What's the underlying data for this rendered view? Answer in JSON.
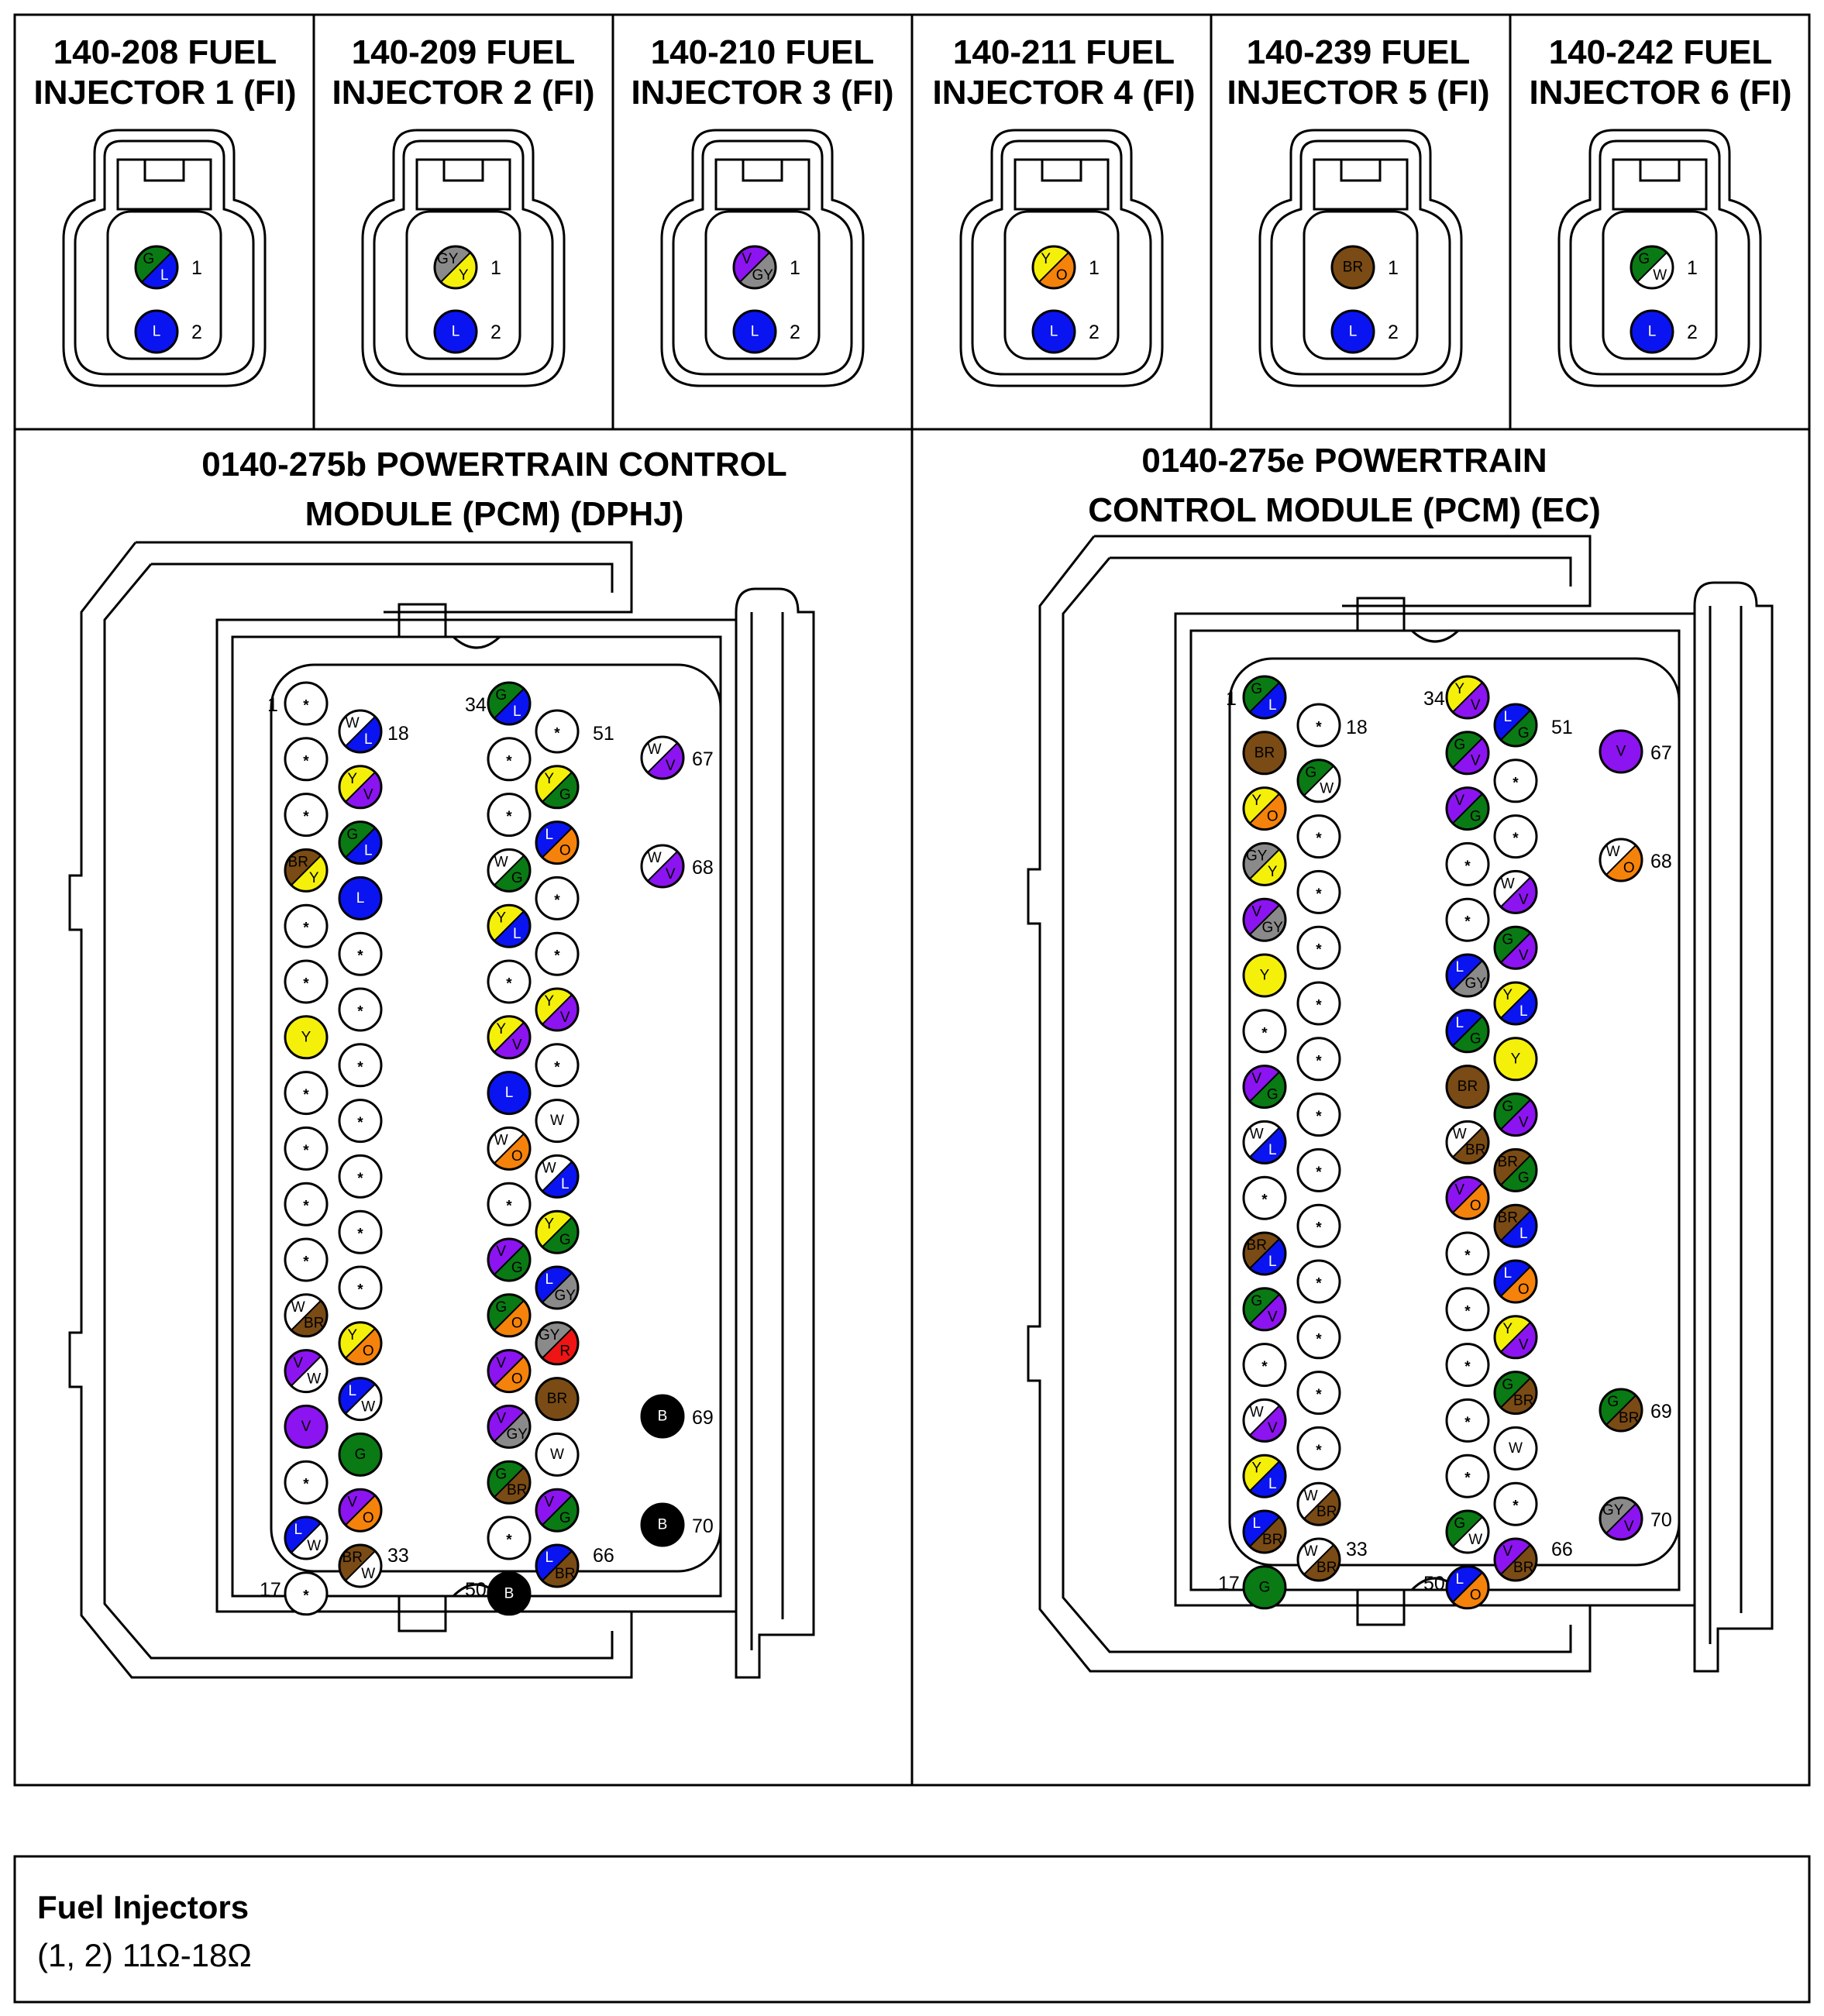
{
  "colors": {
    "L": "#0a14f0",
    "G": "#0a7a14",
    "Y": "#f5f00a",
    "V": "#8c14f0",
    "O": "#f5820a",
    "BR": "#7a4b14",
    "GY": "#8a8a8a",
    "W": "#ffffff",
    "R": "#f01414",
    "B": "#000000"
  },
  "injectors": [
    {
      "title1": "140-208 FUEL",
      "title2": "INJECTOR 1 (FI)",
      "pins": [
        {
          "n": "1",
          "c": [
            "G",
            "L"
          ]
        },
        {
          "n": "2",
          "c": [
            "L"
          ]
        }
      ]
    },
    {
      "title1": "140-209 FUEL",
      "title2": "INJECTOR 2 (FI)",
      "pins": [
        {
          "n": "1",
          "c": [
            "GY",
            "Y"
          ]
        },
        {
          "n": "2",
          "c": [
            "L"
          ]
        }
      ]
    },
    {
      "title1": "140-210 FUEL",
      "title2": "INJECTOR 3 (FI)",
      "pins": [
        {
          "n": "1",
          "c": [
            "V",
            "GY"
          ]
        },
        {
          "n": "2",
          "c": [
            "L"
          ]
        }
      ]
    },
    {
      "title1": "140-211 FUEL",
      "title2": "INJECTOR 4 (FI)",
      "pins": [
        {
          "n": "1",
          "c": [
            "Y",
            "O"
          ]
        },
        {
          "n": "2",
          "c": [
            "L"
          ]
        }
      ]
    },
    {
      "title1": "140-239 FUEL",
      "title2": "INJECTOR 5 (FI)",
      "pins": [
        {
          "n": "1",
          "c": [
            "BR"
          ]
        },
        {
          "n": "2",
          "c": [
            "L"
          ]
        }
      ]
    },
    {
      "title1": "140-242 FUEL",
      "title2": "INJECTOR 6 (FI)",
      "pins": [
        {
          "n": "1",
          "c": [
            "G",
            "W"
          ]
        },
        {
          "n": "2",
          "c": [
            "L"
          ]
        }
      ]
    }
  ],
  "pcm_b": {
    "title1": "0140-275b POWERTRAIN CONTROL",
    "title2": "MODULE (PCM) (DPHJ)",
    "labels": {
      "p1": "1",
      "p17": "17",
      "p18": "18",
      "p33": "33",
      "p34": "34",
      "p50": "50",
      "p51": "51",
      "p66": "66",
      "p67": "67",
      "p68": "68",
      "p69": "69",
      "p70": "70"
    },
    "col1": [
      [
        "*"
      ],
      [
        "*"
      ],
      [
        "*"
      ],
      [
        "BR",
        "Y"
      ],
      [
        "*"
      ],
      [
        "*"
      ],
      [
        "Y"
      ],
      [
        "*"
      ],
      [
        "*"
      ],
      [
        "*"
      ],
      [
        "*"
      ],
      [
        "W",
        "BR"
      ],
      [
        "V",
        "W"
      ],
      [
        "V"
      ],
      [
        "*"
      ],
      [
        "L",
        "W"
      ],
      [
        "*"
      ]
    ],
    "col2": [
      [
        "W",
        "L"
      ],
      [
        "Y",
        "V"
      ],
      [
        "G",
        "L"
      ],
      [
        "L"
      ],
      [
        "*"
      ],
      [
        "*"
      ],
      [
        "*"
      ],
      [
        "*"
      ],
      [
        "*"
      ],
      [
        "*"
      ],
      [
        "*"
      ],
      [
        "Y",
        "O"
      ],
      [
        "L",
        "W"
      ],
      [
        "G"
      ],
      [
        "V",
        "O"
      ],
      [
        "BR",
        "W"
      ]
    ],
    "col3": [
      [
        "G",
        "L"
      ],
      [
        "*"
      ],
      [
        "*"
      ],
      [
        "W",
        "G"
      ],
      [
        "Y",
        "L"
      ],
      [
        "*"
      ],
      [
        "Y",
        "V"
      ],
      [
        "L"
      ],
      [
        "W",
        "O"
      ],
      [
        "*"
      ],
      [
        "V",
        "G"
      ],
      [
        "G",
        "O"
      ],
      [
        "V",
        "O"
      ],
      [
        "V",
        "GY"
      ],
      [
        "G",
        "BR"
      ],
      [
        "*"
      ],
      [
        "B"
      ]
    ],
    "col4": [
      [
        "*"
      ],
      [
        "Y",
        "G"
      ],
      [
        "L",
        "O"
      ],
      [
        "*"
      ],
      [
        "*"
      ],
      [
        "Y",
        "V"
      ],
      [
        "*"
      ],
      [
        "W"
      ],
      [
        "W",
        "L"
      ],
      [
        "Y",
        "G"
      ],
      [
        "L",
        "GY"
      ],
      [
        "GY",
        "R"
      ],
      [
        "BR"
      ],
      [
        "W"
      ],
      [
        "V",
        "G"
      ],
      [
        "L",
        "BR"
      ]
    ],
    "extra": [
      [
        "W",
        "V"
      ],
      [
        "W",
        "V"
      ],
      [
        "B"
      ],
      [
        "B"
      ]
    ]
  },
  "pcm_e": {
    "title1": "0140-275e POWERTRAIN",
    "title2": "CONTROL MODULE (PCM) (EC)",
    "labels": {
      "p1": "1",
      "p17": "17",
      "p18": "18",
      "p33": "33",
      "p34": "34",
      "p50": "50",
      "p51": "51",
      "p66": "66",
      "p67": "67",
      "p68": "68",
      "p69": "69",
      "p70": "70"
    },
    "col1": [
      [
        "G",
        "L"
      ],
      [
        "BR"
      ],
      [
        "Y",
        "O"
      ],
      [
        "GY",
        "Y"
      ],
      [
        "V",
        "GY"
      ],
      [
        "Y"
      ],
      [
        "*"
      ],
      [
        "V",
        "G"
      ],
      [
        "W",
        "L"
      ],
      [
        "*"
      ],
      [
        "BR",
        "L"
      ],
      [
        "G",
        "V"
      ],
      [
        "*"
      ],
      [
        "W",
        "V"
      ],
      [
        "Y",
        "L"
      ],
      [
        "L",
        "BR"
      ],
      [
        "G"
      ]
    ],
    "col2": [
      [
        "*"
      ],
      [
        "G",
        "W"
      ],
      [
        "*"
      ],
      [
        "*"
      ],
      [
        "*"
      ],
      [
        "*"
      ],
      [
        "*"
      ],
      [
        "*"
      ],
      [
        "*"
      ],
      [
        "*"
      ],
      [
        "*"
      ],
      [
        "*"
      ],
      [
        "*"
      ],
      [
        "*"
      ],
      [
        "W",
        "BR"
      ],
      [
        "W",
        "BR"
      ]
    ],
    "col3": [
      [
        "Y",
        "V"
      ],
      [
        "G",
        "V"
      ],
      [
        "V",
        "G"
      ],
      [
        "*"
      ],
      [
        "*"
      ],
      [
        "L",
        "GY"
      ],
      [
        "L",
        "G"
      ],
      [
        "BR"
      ],
      [
        "W",
        "BR"
      ],
      [
        "V",
        "O"
      ],
      [
        "*"
      ],
      [
        "*"
      ],
      [
        "*"
      ],
      [
        "*"
      ],
      [
        "*"
      ],
      [
        "G",
        "W"
      ],
      [
        "L",
        "O"
      ]
    ],
    "col4": [
      [
        "L",
        "G"
      ],
      [
        "*"
      ],
      [
        "*"
      ],
      [
        "W",
        "V"
      ],
      [
        "G",
        "V"
      ],
      [
        "Y",
        "L"
      ],
      [
        "Y"
      ],
      [
        "G",
        "V"
      ],
      [
        "BR",
        "G"
      ],
      [
        "BR",
        "L"
      ],
      [
        "L",
        "O"
      ],
      [
        "Y",
        "V"
      ],
      [
        "G",
        "BR"
      ],
      [
        "W"
      ],
      [
        "*"
      ],
      [
        "V",
        "BR"
      ]
    ],
    "extra": [
      [
        "V"
      ],
      [
        "W",
        "O"
      ],
      [
        "G",
        "BR"
      ],
      [
        "GY",
        "V"
      ]
    ]
  },
  "legend": {
    "title": "Fuel Injectors",
    "spec": "(1, 2) 11Ω-18Ω"
  }
}
